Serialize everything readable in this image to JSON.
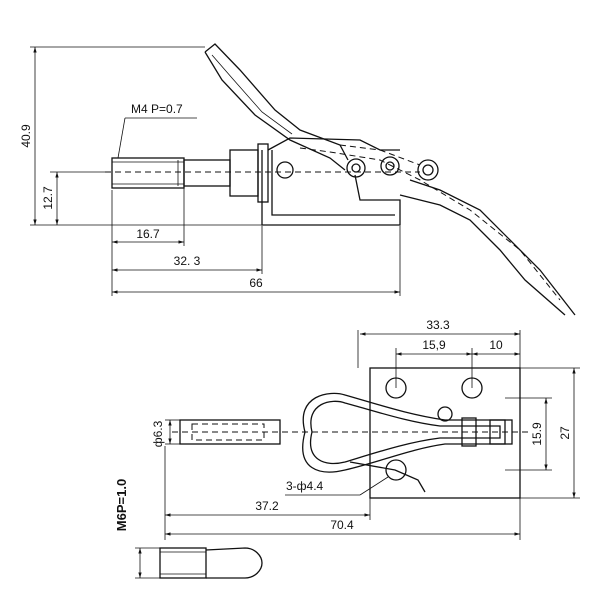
{
  "side_view": {
    "thread_label": "M4 P=0.7",
    "height_total": "40.9",
    "height_axis": "12.7",
    "dim_16_7": "16.7",
    "dim_32_3": "32. 3",
    "dim_66": "66"
  },
  "top_view": {
    "width_33_3": "33.3",
    "width_15_9": "15,9",
    "width_10": "10",
    "height_27": "27",
    "height_15_9": "15.9",
    "phi_6_3": "ф6.3",
    "holes": "3-ф4.4",
    "dim_37_2": "37.2",
    "dim_70_4": "70.4",
    "thread_m6": "M6P=1.0"
  }
}
